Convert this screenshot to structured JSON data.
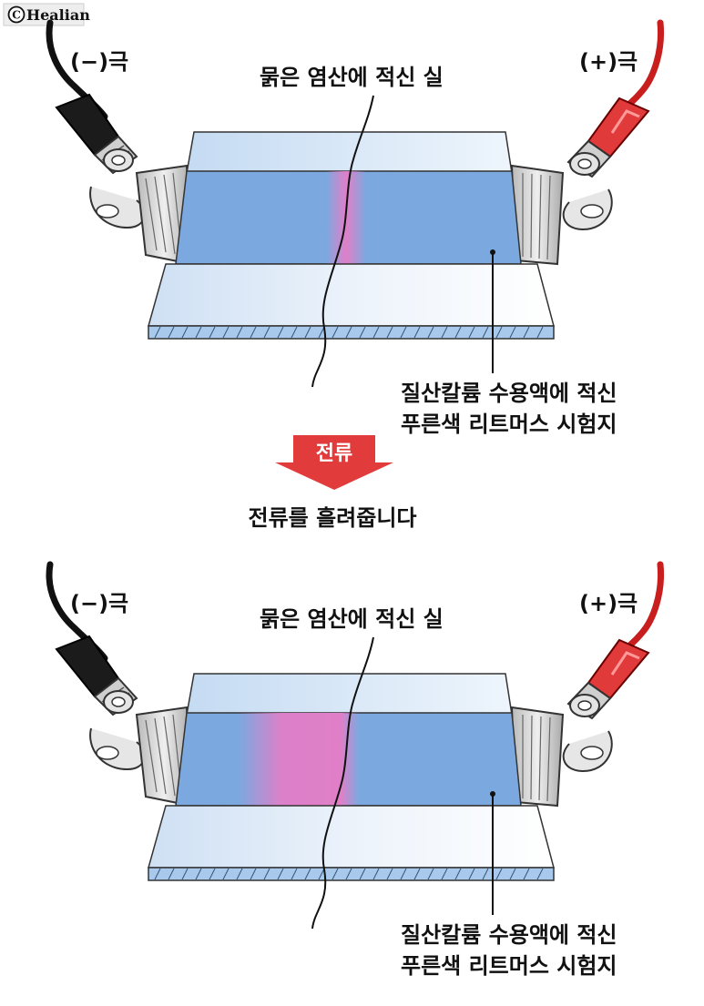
{
  "watermark": {
    "symbol": "C",
    "text": "Healian"
  },
  "colors": {
    "paper_blue": "#7ba9df",
    "acid_pink": "#e07fc8",
    "glass": "#d6e6f7",
    "wire_negative": "#111111",
    "wire_positive": "#c81e1e",
    "arrow_red": "#e23b3b"
  },
  "top": {
    "negative_label": "(−)극",
    "positive_label": "(+)극",
    "thread_label": "묽은 염산에 적신 실",
    "paper_label_line1": "질산칼륨 수용액에 적신",
    "paper_label_line2": "푸른색 리트머스 시험지"
  },
  "arrow": {
    "label": "전류"
  },
  "caption": "전류를 흘려줍니다",
  "bottom": {
    "negative_label": "(−)극",
    "positive_label": "(+)극",
    "thread_label": "묽은 염산에 적신 실",
    "paper_label_line1": "질산칼륨 수용액에 적신",
    "paper_label_line2": "푸른색 리트머스 시험지"
  }
}
